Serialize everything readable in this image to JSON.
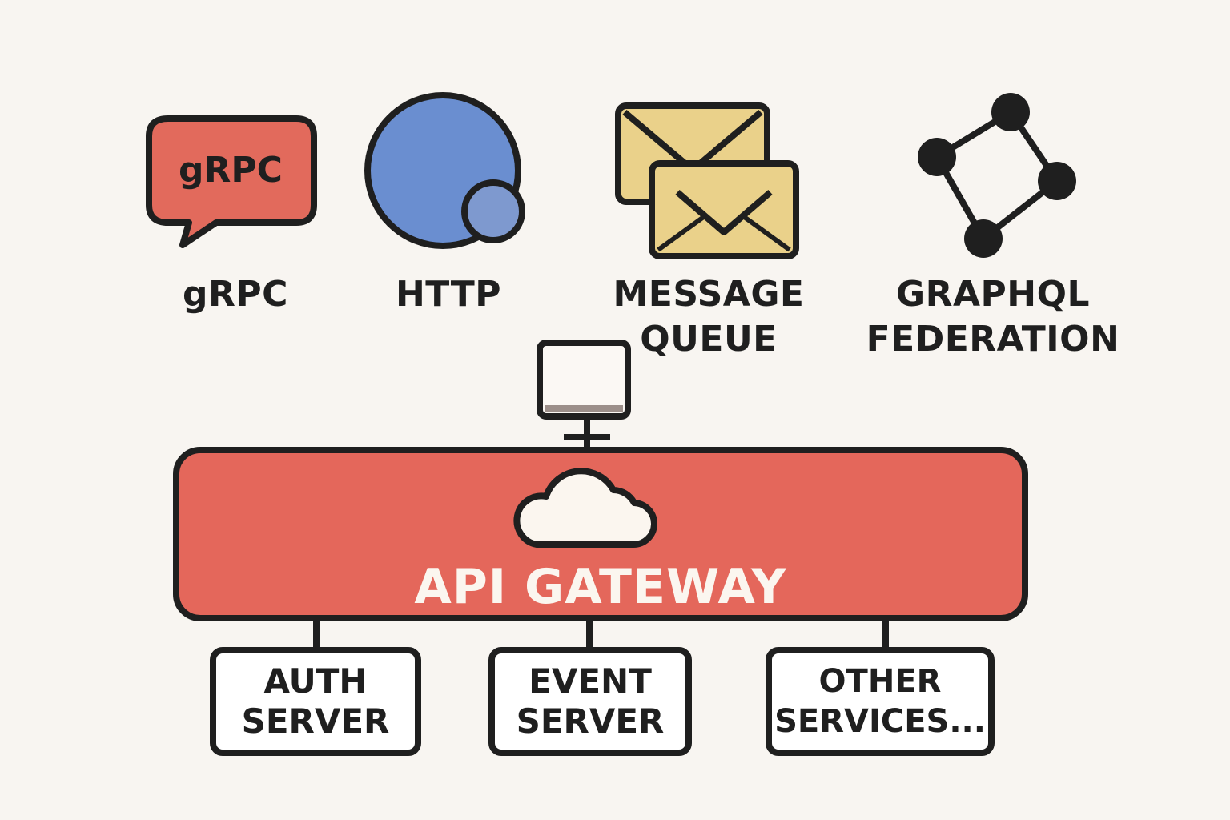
{
  "colors": {
    "background": "#f8f5f1",
    "grpc_red": "#e26a5c",
    "http_blue": "#6a8ed0",
    "queue_yellow": "#ead18a",
    "gateway_red": "#e4675b",
    "stroke": "#1f1f1f"
  },
  "protocols": [
    {
      "icon": "speech-bubble-icon",
      "badge": "gRPC",
      "label": "gRPC"
    },
    {
      "icon": "globe-circle-icon",
      "label": "HTTP"
    },
    {
      "icon": "envelopes-icon",
      "label_line1": "MESSAGE",
      "label_line2": "QUEUE"
    },
    {
      "icon": "graph-nodes-icon",
      "label_line1": "GRAPHQL",
      "label_line2": "FEDERATION"
    }
  ],
  "client": {
    "icon": "monitor-icon"
  },
  "gateway": {
    "icon": "cloud-icon",
    "title": "API GATEWAY"
  },
  "services": [
    {
      "line1": "AUTH",
      "line2": "SERVER"
    },
    {
      "line1": "EVENT",
      "line2": "SERVER"
    },
    {
      "line1": "OTHER",
      "line2": "SERVICES..."
    }
  ]
}
